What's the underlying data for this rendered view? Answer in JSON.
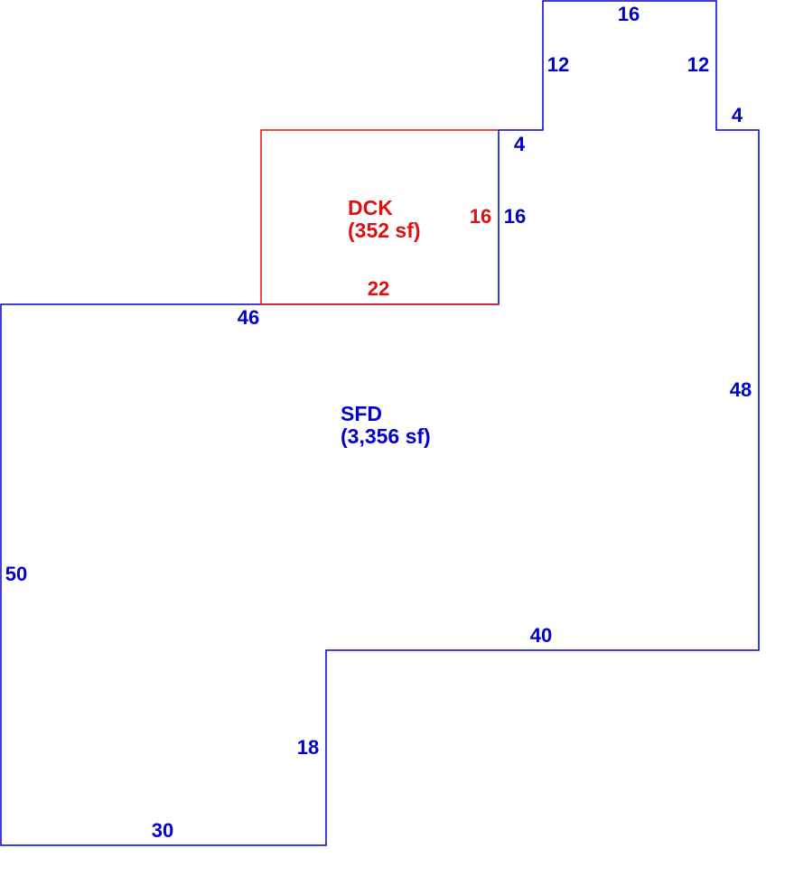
{
  "colors": {
    "sfd": "#0000cc",
    "dck": "#dd1111"
  },
  "areas": {
    "sfd": {
      "name": "SFD",
      "size": "(3,356 sf)"
    },
    "dck": {
      "name": "DCK",
      "size": "(352 sf)"
    }
  },
  "dimensions": {
    "sfd": {
      "top_bump": "16",
      "bump_left": "12",
      "bump_right": "12",
      "step_right": "4",
      "step_left": "4",
      "notch": "16",
      "top_left": "46",
      "right": "48",
      "left": "50",
      "middle": "40",
      "inner_vertical": "18",
      "bottom": "30"
    },
    "dck": {
      "right": "16",
      "bottom": "22"
    }
  }
}
